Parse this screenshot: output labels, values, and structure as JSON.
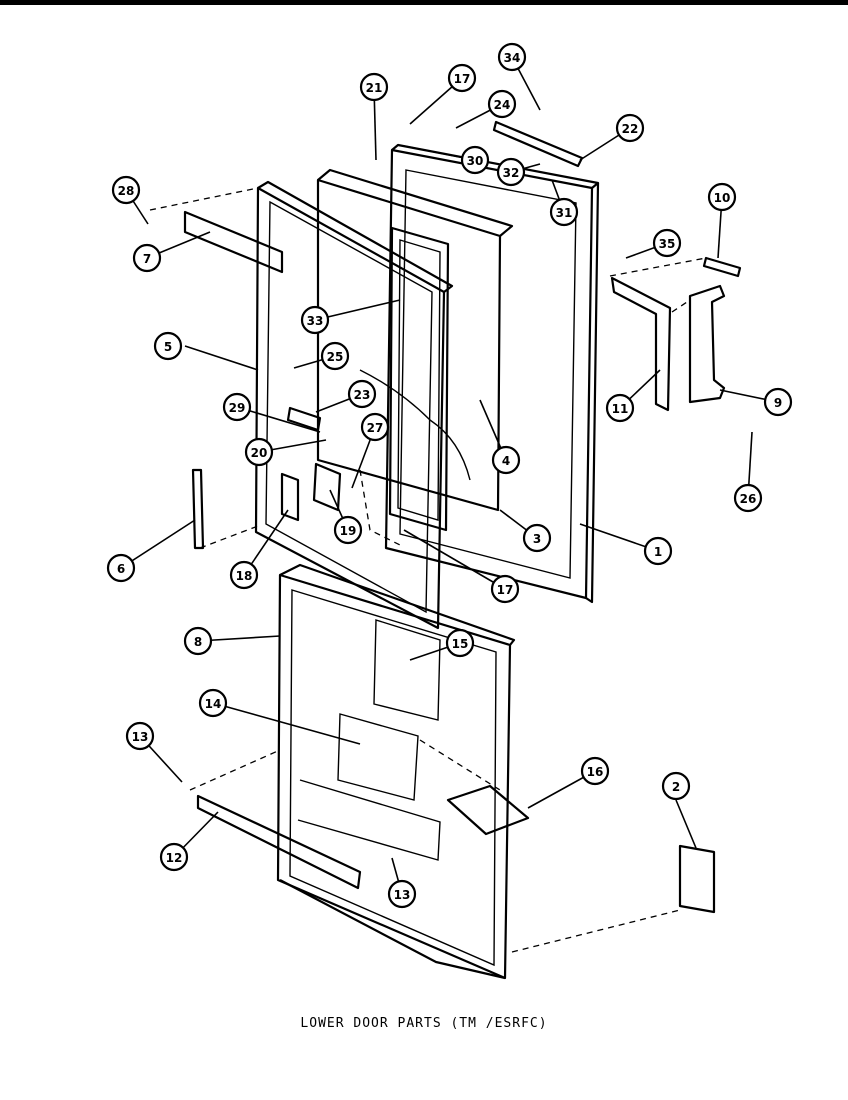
{
  "caption": "LOWER DOOR PARTS (TM /ESRFC)",
  "colors": {
    "ink": "#000000",
    "paper": "#ffffff"
  },
  "callouts": [
    "1",
    "2",
    "3",
    "4",
    "5",
    "6",
    "7",
    "8",
    "9",
    "10",
    "11",
    "12",
    "13",
    "13",
    "14",
    "15",
    "16",
    "17",
    "17",
    "18",
    "19",
    "20",
    "21",
    "22",
    "23",
    "24",
    "25",
    "26",
    "27",
    "28",
    "29",
    "30",
    "31",
    "32",
    "33",
    "34",
    "35"
  ]
}
